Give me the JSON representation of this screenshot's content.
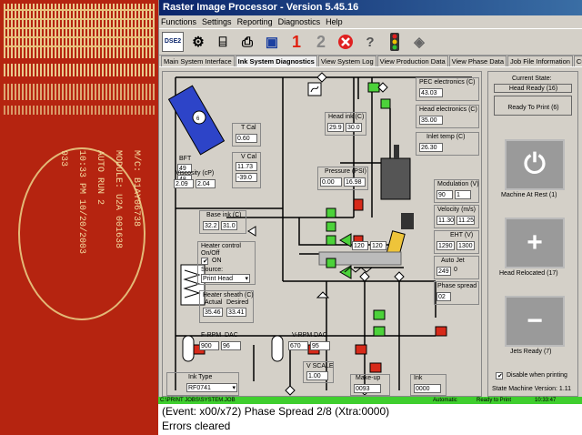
{
  "print_sample": {
    "lines": [
      "M/C: B1AY06738",
      "MODULE: U2A 001638",
      "AUTO RUN 2",
      "10:33 PM 10/20/2003",
      "933"
    ]
  },
  "window": {
    "title": "Raster Image Processor - Version 5.45.16"
  },
  "menu": [
    "Functions",
    "Settings",
    "Reporting",
    "Diagnostics",
    "Help"
  ],
  "toolbar": {
    "dse_label": "DSE2",
    "num1": "1",
    "num2": "2"
  },
  "tabs": [
    "Main System Interface",
    "Ink System Diagnostics",
    "View System Log",
    "View Production Data",
    "View Phase Data",
    "Job File Information",
    "Custom Settings"
  ],
  "active_tab": "Ink System Diagnostics",
  "diagram": {
    "bft": {
      "label": "BFT",
      "v1": "49",
      "v2": "48"
    },
    "tcal": {
      "label": "T Cal",
      "v": "0.60"
    },
    "vcal": {
      "label": "V Cal",
      "v1": "11.73",
      "v2": "-39.0"
    },
    "viscosity": {
      "label": "Viscosity (cP)",
      "v1": "2.09",
      "v2": "2.04"
    },
    "head_ink": {
      "label": "Head ink (C)",
      "v1": "29.9",
      "v2": "30.0"
    },
    "pressure": {
      "label": "Pressure (PSI)",
      "v1": "0.00",
      "v2": "16.98"
    },
    "pec": {
      "label": "PEC electronics (C)",
      "v": "43.03"
    },
    "head_elec": {
      "label": "Head electronics (C)",
      "v": "35.00"
    },
    "inlet": {
      "label": "Inlet temp (C)",
      "v": "26.30"
    },
    "modulation": {
      "label": "Modulation (V)",
      "v1": "90",
      "v2": "1"
    },
    "velocity": {
      "label": "Velocity (m/s)",
      "v1": "11.30",
      "v2": "11.25"
    },
    "eht": {
      "label": "EHT (V)",
      "v1": "1290",
      "v2": "1300"
    },
    "autojet": {
      "label": "Auto Jet",
      "v": "249",
      "v2": "0"
    },
    "phase_spread": {
      "label": "Phase spread",
      "v": "02"
    },
    "drop": {
      "v1": "120",
      "v2": "120"
    },
    "base_ink": {
      "label": "Base ink (C)",
      "v1": "32.2",
      "v2": "31.0"
    },
    "heater": {
      "label": "Heater control",
      "onoff": "On/Off",
      "on_label": "ON",
      "source_label": "Source:",
      "source_value": "Print Head"
    },
    "heater_sheath": {
      "label": "Heater sheath (C)",
      "actual": "Actual",
      "desired": "Desired",
      "v1": "35.46",
      "v2": "33.41"
    },
    "frpm": {
      "label": "F-RPM",
      "dac": "DAC",
      "v1": "900",
      "v2": "96"
    },
    "vrpm": {
      "label": "V-RPM",
      "dac": "DAC",
      "v1": "670",
      "v2": "95"
    },
    "vscale": {
      "label": "V SCALE",
      "v": "1.00"
    },
    "ink_type": {
      "label": "Ink Type",
      "v": "RF0741"
    },
    "makeup": {
      "label": "Make-up",
      "v": "0093"
    },
    "ink": {
      "label": "Ink",
      "v": "0000"
    }
  },
  "side": {
    "current_state_label": "Current State:",
    "state1": "Head Ready (16)",
    "state2": "Ready To Print (6)",
    "btn1": "Machine At Rest (1)",
    "btn2": "Head Relocated (17)",
    "btn3": "Jets Ready (7)",
    "disable_label": "Disable when printing",
    "version": "State Machine Version: 1.11"
  },
  "status": {
    "path": "C:\\PRINT JOBS\\SYSTEM.JOB",
    "mode": "Automatic",
    "state": "Ready to Print",
    "time": "10:33:47"
  },
  "event": {
    "line1": "(Event: x00/x72) Phase Spread 2/8  (Xtra:0000)",
    "line2": "Errors cleared"
  },
  "colors": {
    "print_red": "#b52410",
    "status_green": "#3fce2e",
    "valve_green": "#4cd23a",
    "valve_red": "#d72a1a",
    "title_blue": "#0a246a"
  }
}
